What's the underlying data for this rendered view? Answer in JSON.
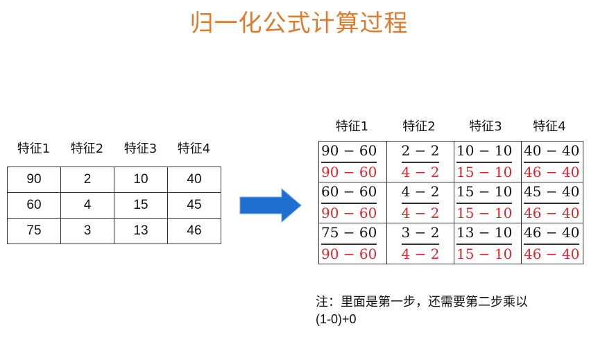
{
  "title": "归一化公式计算过程",
  "colors": {
    "title": "#e07b2e",
    "arrow": "#1f6fd1",
    "denominator": "#e0242a",
    "text": "#111111",
    "border": "#333333"
  },
  "source_table": {
    "headers": [
      "特征1",
      "特征2",
      "特征3",
      "特征4"
    ],
    "rows": [
      [
        "90",
        "2",
        "10",
        "40"
      ],
      [
        "60",
        "4",
        "15",
        "45"
      ],
      [
        "75",
        "3",
        "13",
        "46"
      ]
    ]
  },
  "arrow": {
    "icon": "right-arrow-icon"
  },
  "normalized_table": {
    "headers": [
      "特征1",
      "特征2",
      "特征3",
      "特征4"
    ],
    "rows": [
      [
        {
          "num": "90 − 60",
          "den": "90 − 60"
        },
        {
          "num": "2 − 2",
          "den": "4 − 2"
        },
        {
          "num": "10 − 10",
          "den": "15 − 10"
        },
        {
          "num": "40 − 40",
          "den": "46 − 40"
        }
      ],
      [
        {
          "num": "60 − 60",
          "den": "90 − 60"
        },
        {
          "num": "4 − 2",
          "den": "4 − 2"
        },
        {
          "num": "15 − 10",
          "den": "15 − 10"
        },
        {
          "num": "45 − 40",
          "den": "46 − 40"
        }
      ],
      [
        {
          "num": "75 − 60",
          "den": "90 − 60"
        },
        {
          "num": "3 − 2",
          "den": "4 − 2"
        },
        {
          "num": "13 − 10",
          "den": "15 − 10"
        },
        {
          "num": "46 − 40",
          "den": "46 − 40"
        }
      ]
    ]
  },
  "note": {
    "line1": "注：里面是第一步，还需要第二步乘以",
    "line2": "(1-0)+0"
  }
}
